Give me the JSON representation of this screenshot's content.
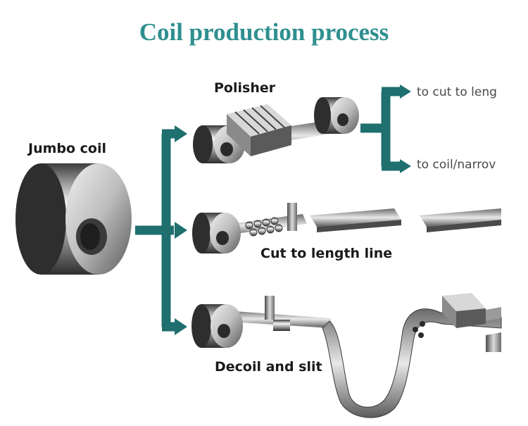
{
  "title": "Coil production process",
  "labels": {
    "jumbo_coil": "Jumbo coil",
    "polisher": "Polisher",
    "cut_to_length_line": "Cut to length line",
    "decoil_and_slit": "Decoil and slit"
  },
  "destinations": {
    "to_cut_to_length": "to cut to leng",
    "to_coil_narrow": "to coil/narrov"
  },
  "colors": {
    "title": "#2f8f8f",
    "arrow": "#1f6f6f",
    "steel_dark": "#3a3a3a",
    "steel_light": "#f2f2f2"
  }
}
